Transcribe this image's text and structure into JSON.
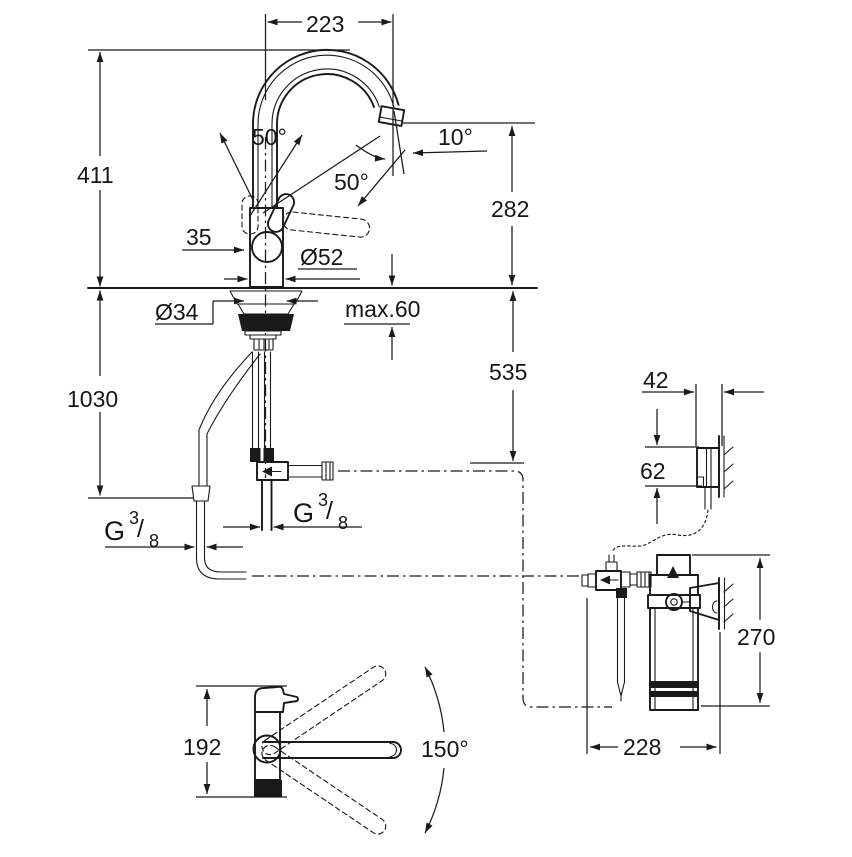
{
  "drawing": {
    "background": "#ffffff",
    "ink": "#1a1a1a",
    "type": "faucet-installation-dimension-drawing",
    "labels": {
      "spout_reach": "223",
      "spout_height": "411",
      "hose_length": "1030",
      "lever_angle_up": "50°",
      "lever_angle_fwd": "50°",
      "spray_angle": "10°",
      "outlet_clearance": "282",
      "lever_offset": "35",
      "base_dia": "Ø52",
      "hole_dia": "Ø34",
      "deck_thickness": "max.60",
      "supply_drop": "535",
      "holder_width": "42",
      "holder_height": "62",
      "filter_height": "270",
      "filter_offset": "228",
      "topview_depth": "192",
      "swivel_angle": "150°",
      "thread_left": {
        "base": "G",
        "numerator": "3",
        "slash": "/",
        "denominator": "8"
      },
      "thread_right": {
        "base": "G",
        "numerator": "3",
        "slash": "/",
        "denominator": "8"
      }
    }
  }
}
